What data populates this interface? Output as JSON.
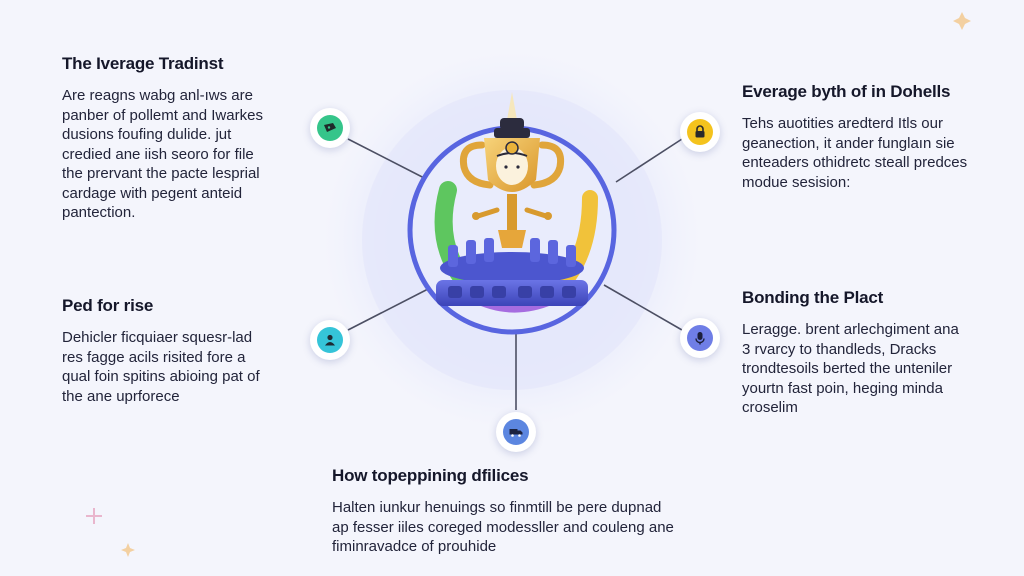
{
  "blocks": {
    "top_left": {
      "title": "The Iverage Tradinst",
      "body": "Are reagns wabg anl-ıws are\npanber of pollemt and Iwarkes\ndusions foufing dulide. jut\ncredied ane iish seoro for file\nthe prervant the pacte lesprial\ncardage with pegent anteid\npantection."
    },
    "top_right": {
      "title": "Everage byth of in Dohells",
      "body": "Tehs auotities aredterd Itls our\ngeanection, it ander funglaın sie\nenteaders othidretc steall predces\nmodue sesision:"
    },
    "mid_left": {
      "title": "Ped for rise",
      "body": "Dehicler ficquiaer squesr-lad\nres fagge acils risited fore a\nqual foin spitins abioing pat of\nthe ane uprforece"
    },
    "mid_right": {
      "title": "Bonding the Plact",
      "body": "Leragge. brent arlechgiment ana\n3 rvarcy to thandleds, Dracks\ntrondtesoils berted the unteniler\nyourtn fast poin, heging minda\ncroselim"
    },
    "bottom": {
      "title": "How topeppining dfilices",
      "body": "Halten iunkur henuings so finmtill be pere dupnad\nap fesser iiles coreged modessller and couleng ane\nfiminravadce of prouhide"
    }
  },
  "nodes": {
    "top_left": {
      "icon": "ticket-icon",
      "color": "#35c58a"
    },
    "top_right": {
      "icon": "lock-icon",
      "color": "#f4c31d"
    },
    "mid_left": {
      "icon": "user-icon",
      "color": "#35c4d8"
    },
    "mid_right": {
      "icon": "microphone-icon",
      "color": "#6f7ee6"
    },
    "bottom": {
      "icon": "truck-icon",
      "color": "#5c86e0"
    }
  },
  "hub": {
    "icon": "trophy-icon",
    "colors": {
      "trophy": "#e9b23a",
      "ring": "#5865e0",
      "base": "#4c56cf",
      "arc_green": "#5ec65f",
      "arc_purple": "#a66ce0",
      "arc_yellow": "#f1c23a"
    }
  }
}
